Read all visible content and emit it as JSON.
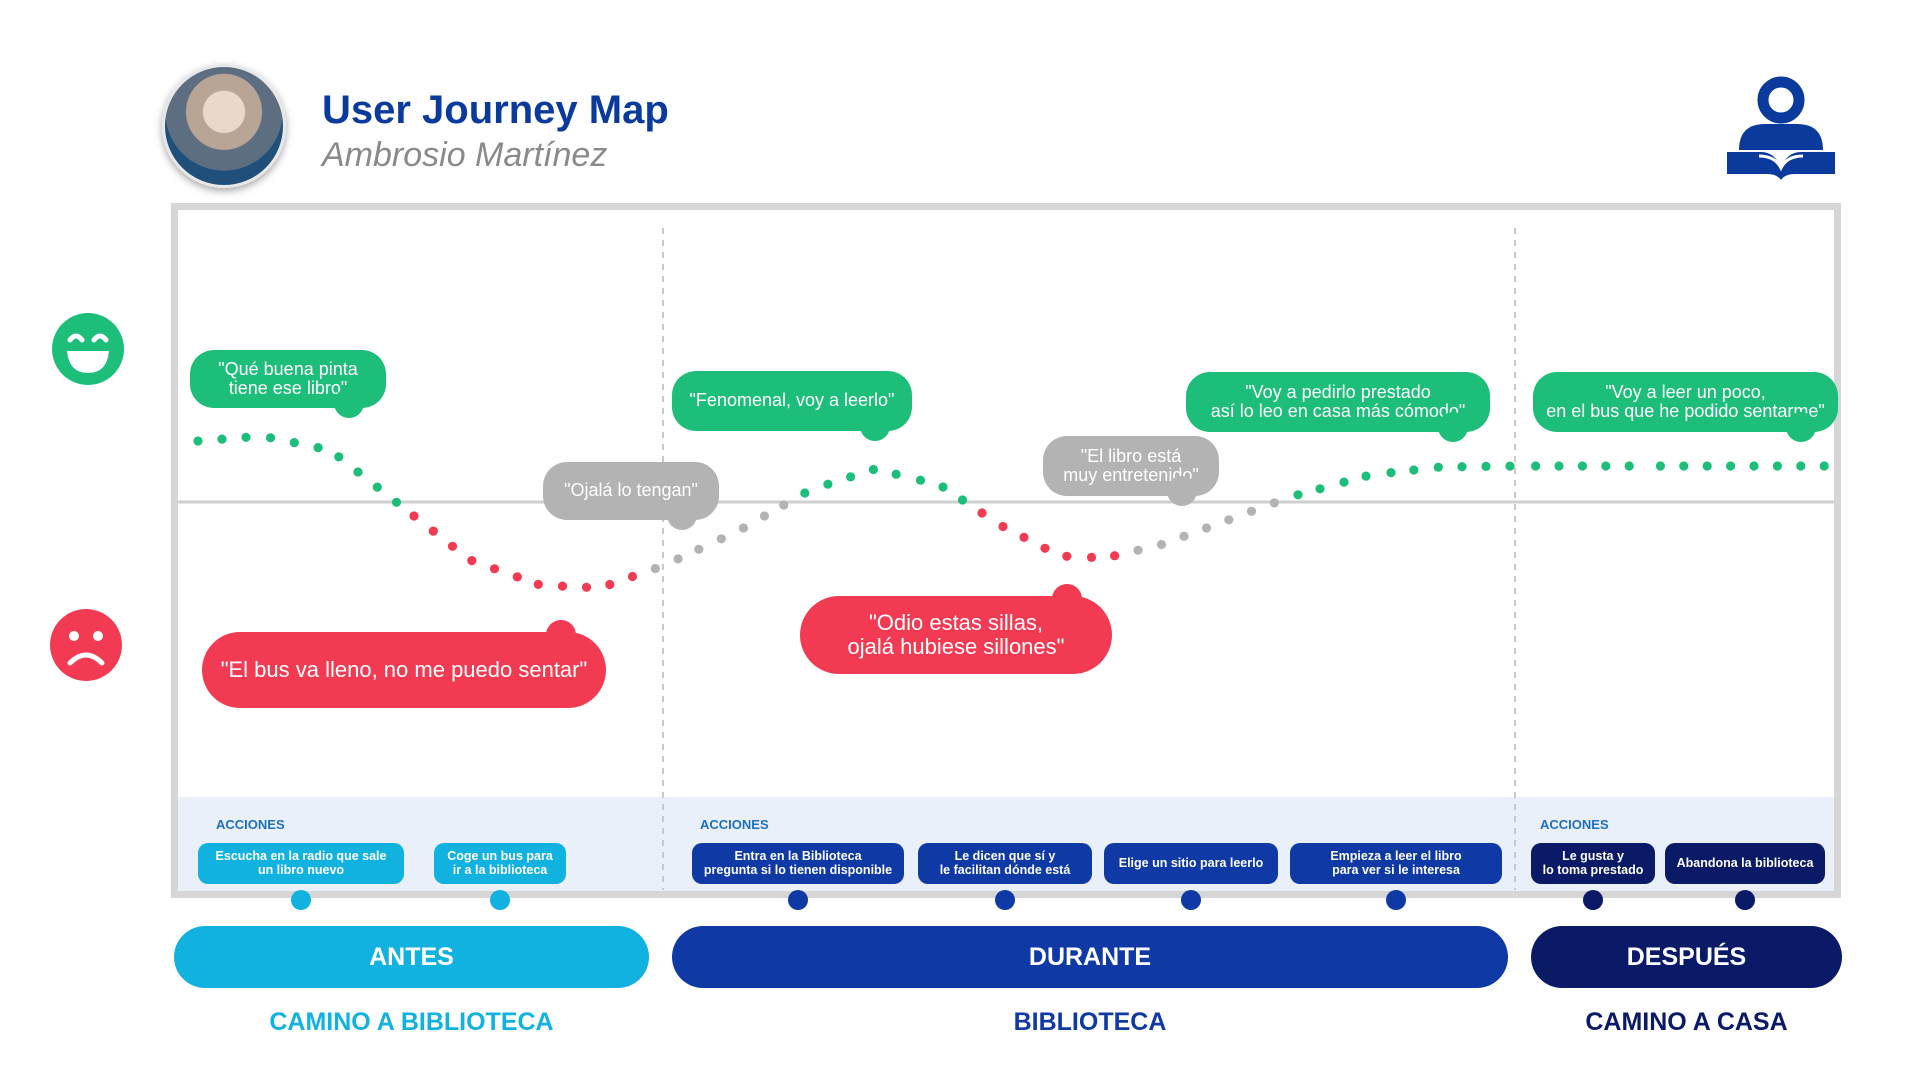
{
  "header": {
    "title": "User Journey Map",
    "subtitle": "Ambrosio Martínez"
  },
  "colors": {
    "green": "#1dbe7a",
    "red": "#f23a52",
    "gray": "#b3b3b3",
    "cyan": "#12b2e0",
    "blue": "#0f39a4",
    "navy": "#0a1a66"
  },
  "icons": {
    "avatar": "user-photo",
    "logo": "reader-icon",
    "happy": "happy-face-icon",
    "sad": "sad-face-icon"
  },
  "quotes": {
    "q1": "\"Qué buena pinta\ntiene ese libro\"",
    "q2": "\"Ojalá lo tengan\"",
    "q3": "\"El bus va lleno, no me puedo sentar\"",
    "q4": "\"Fenomenal, voy a leerlo\"",
    "q5": "\"El libro está\nmuy entretenido\"",
    "q6": "\"Odio estas sillas,\nojalá hubiese sillones\"",
    "q7": "\"Voy a pedirlo prestado\nasí lo leo en casa más cómodo\"",
    "q8": "\"Voy a leer un poco,\nen el bus que he podido sentarme\""
  },
  "actions": {
    "label": "ACCIONES",
    "antes": [
      "Escucha en la radio que sale\nun libro nuevo",
      "Coge un bus para\nir a la biblioteca"
    ],
    "durante": [
      "Entra en la Biblioteca\npregunta si lo tienen disponible",
      "Le dicen que sí y\nle facilitan dónde está",
      "Elige un sitio para leerlo",
      "Empieza a leer el libro\npara ver si le interesa"
    ],
    "despues": [
      "Le gusta y\nlo toma prestado",
      "Abandona la biblioteca"
    ]
  },
  "phases": {
    "antes": {
      "name": "ANTES",
      "place": "CAMINO A BIBLIOTECA"
    },
    "durante": {
      "name": "DURANTE",
      "place": "BIBLIOTECA"
    },
    "despues": {
      "name": "DESPUÉS",
      "place": "CAMINO A CASA"
    }
  }
}
